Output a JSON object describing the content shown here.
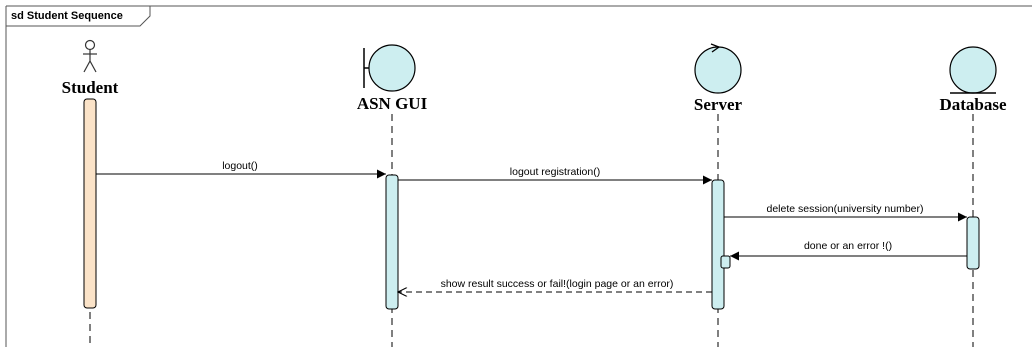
{
  "diagram": {
    "frame_title": "sd Student Sequence",
    "participants": [
      {
        "id": "student",
        "label": "Student",
        "kind": "actor"
      },
      {
        "id": "asn-gui",
        "label": "ASN GUI",
        "kind": "boundary"
      },
      {
        "id": "server",
        "label": "Server",
        "kind": "control"
      },
      {
        "id": "database",
        "label": "Database",
        "kind": "entity"
      }
    ],
    "messages": [
      {
        "label": "logout()",
        "from": "student",
        "to": "asn-gui",
        "type": "sync"
      },
      {
        "label": "logout registration()",
        "from": "asn-gui",
        "to": "server",
        "type": "sync"
      },
      {
        "label": "delete session(university number)",
        "from": "server",
        "to": "database",
        "type": "sync"
      },
      {
        "label": "done or an error !()",
        "from": "database",
        "to": "server",
        "type": "sync"
      },
      {
        "label": "show result success or fail!(login page or an error)",
        "from": "server",
        "to": "asn-gui",
        "type": "return"
      }
    ],
    "colors": {
      "actor_activation": "#fbe3c8",
      "object_fill": "#cdeef0",
      "activation_fill": "#cdeef0",
      "stroke": "#000000",
      "frame_stroke": "#555555"
    }
  }
}
